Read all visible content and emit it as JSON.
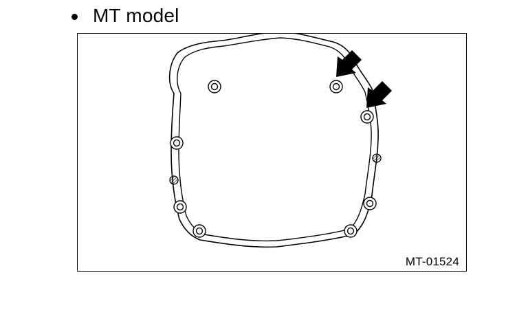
{
  "heading": {
    "text": "MT model"
  },
  "figure": {
    "code": "MT-01524",
    "icons": {
      "gasket": "transmission-case-gasket",
      "arrow": "callout-arrow"
    }
  }
}
